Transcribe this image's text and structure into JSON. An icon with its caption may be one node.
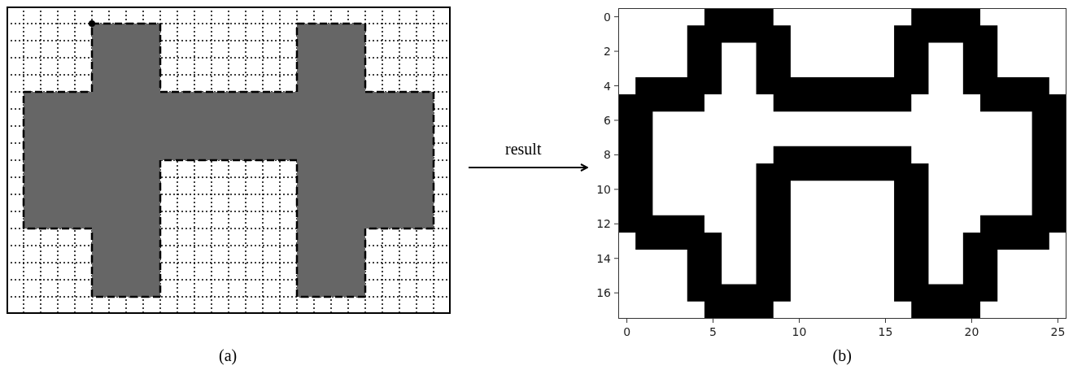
{
  "diagram": {
    "nodes": [
      {
        "text": [],
        "shape": "picture",
        "beside": [
          "(a)"
        ]
      },
      {
        "text": [],
        "shape": "picture",
        "beside": [
          "(b)"
        ]
      }
    ],
    "edges": [
      {
        "from": 0,
        "to": 1,
        "arrow": "to",
        "label": "result"
      }
    ],
    "labels": [
      "0",
      "2",
      "4",
      "6",
      "8",
      "10",
      "12",
      "14",
      "16",
      "0",
      "5",
      "10",
      "15",
      "20",
      "25"
    ]
  }
}
